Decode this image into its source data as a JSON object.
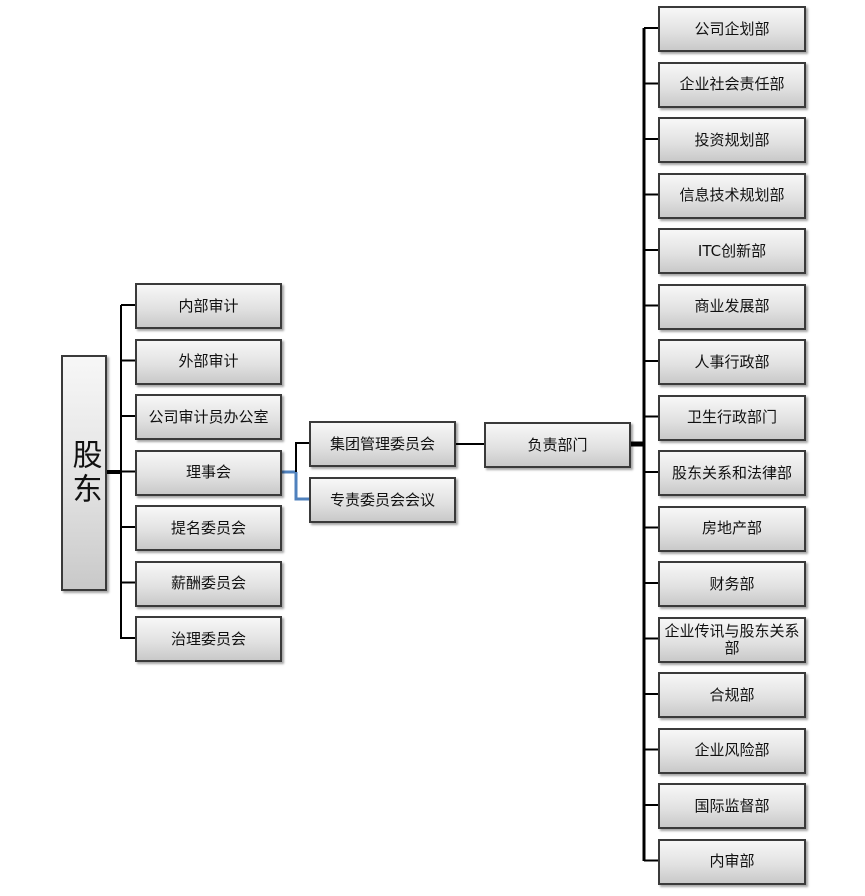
{
  "root": "股东",
  "left_children": [
    "内部审计",
    "外部审计",
    "公司审计员办公室",
    "理事会",
    "提名委员会",
    "薪酬委员会",
    "治理委员会"
  ],
  "board_children": [
    "集团管理委员会",
    "专责委员会会议"
  ],
  "responsible": "负责部门",
  "departments": [
    "公司企划部",
    "企业社会责任部",
    "投资规划部",
    "信息技术规划部",
    "ITC创新部",
    "商业发展部",
    "人事行政部",
    "卫生行政部门",
    "股东关系和法律部",
    "房地产部",
    "财务部",
    "企业传讯与股东关系部",
    "合规部",
    "企业风险部",
    "国际监督部",
    "内审部"
  ],
  "colors": {
    "line": "#000000",
    "highlight_line": "#4f81bd"
  }
}
